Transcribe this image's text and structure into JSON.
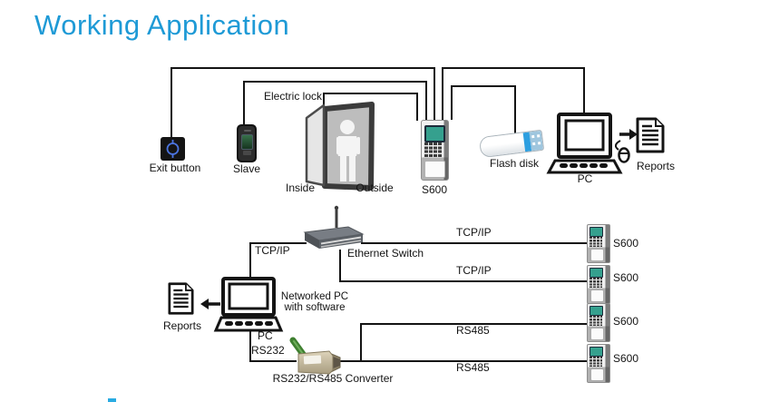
{
  "slide": {
    "title": "Working Application"
  },
  "door_zone": {
    "electric_lock_label": "Electric lock",
    "exit_button_label": "Exit button",
    "slave_label": "Slave",
    "inside_label": "Inside",
    "outside_label": "Outside",
    "s600_label": "S600",
    "flash_disk_label": "Flash disk",
    "pc_label": "PC",
    "reports_label": "Reports"
  },
  "network": {
    "ethernet_switch_label": "Ethernet Switch",
    "tcpip_pc_label": "TCP/IP",
    "tcpip_line1_label": "TCP/IP",
    "tcpip_line2_label": "TCP/IP",
    "networked_pc_line1": "Networked PC",
    "networked_pc_line2": "with software",
    "reports_label": "Reports",
    "pc_label": "PC",
    "rs232_label": "RS232",
    "converter_label": "RS232/RS485 Converter",
    "rs485_line1_label": "RS485",
    "rs485_line2_label": "RS485",
    "terminals": [
      {
        "label": "S600"
      },
      {
        "label": "S600"
      },
      {
        "label": "S600"
      },
      {
        "label": "S600"
      }
    ]
  },
  "colors": {
    "title_blue": "#1e9ad6",
    "line_black": "#141414",
    "flash_disk_blue": "#2d9fe0",
    "converter_green": "#3f8030",
    "terminal_screen_teal": "#35a08e",
    "exit_button_glyph_blue": "#4b74e0",
    "bottom_mark_blue": "#29abe2"
  }
}
